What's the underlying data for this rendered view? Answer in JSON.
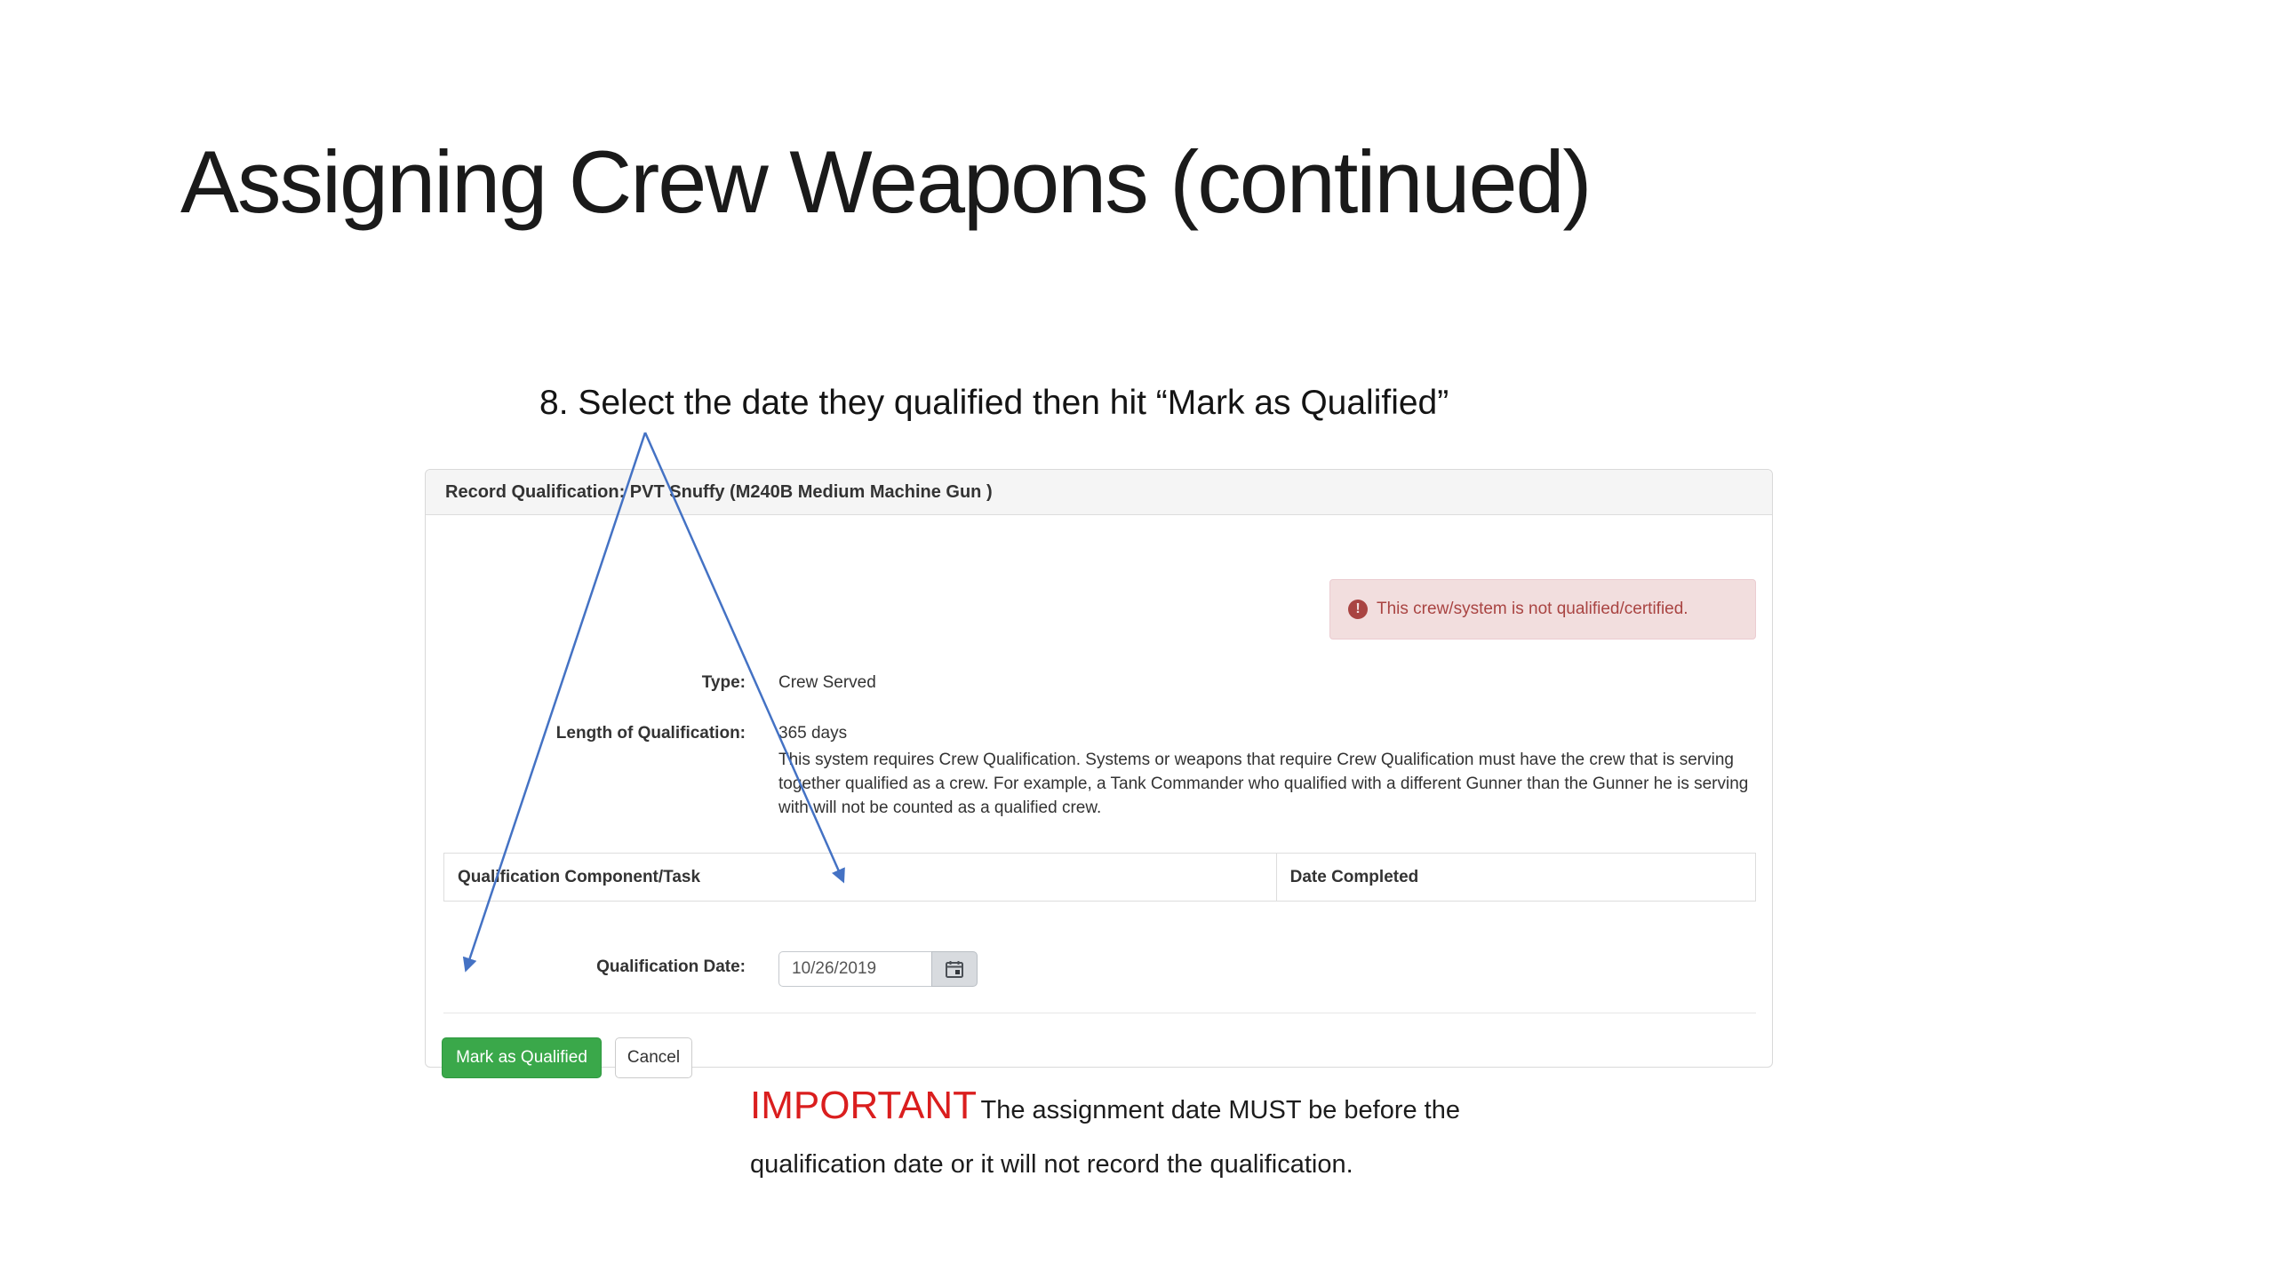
{
  "slide": {
    "title": "Assigning Crew Weapons (continued)",
    "step_instruction": "8. Select the date they qualified then hit “Mark as Qualified”",
    "important": {
      "label": "IMPORTANT",
      "line1": "The assignment date MUST be before the",
      "line2": "qualification date or it will not record the qualification.",
      "label_color": "#da1e1e"
    },
    "arrow_color": "#4472c4"
  },
  "form": {
    "header": "Record Qualification: PVT Snuffy (M240B Medium Machine Gun )",
    "alert": {
      "icon": "exclamation-circle-icon",
      "icon_glyph": "!",
      "text": "This crew/system is not qualified/certified.",
      "bg_color": "#f2dede",
      "text_color": "#a94442"
    },
    "fields": [
      {
        "label": "Type:",
        "value": "Crew Served"
      },
      {
        "label": "Length of Qualification:",
        "value": "365 days"
      }
    ],
    "description": "This system requires Crew Qualification. Systems or weapons that require Crew Qualification must have the crew that is serving together qualified as a crew. For example, a Tank Commander who qualified with a different Gunner than the Gunner he is serving with will not be counted as a qualified crew.",
    "table": {
      "columns": [
        "Qualification Component/Task",
        "Date Completed"
      ]
    },
    "qualification_date": {
      "label": "Qualification Date:",
      "value": "10/26/2019"
    },
    "buttons": {
      "primary": "Mark as Qualified",
      "primary_color": "#3aa84a",
      "cancel": "Cancel"
    }
  }
}
